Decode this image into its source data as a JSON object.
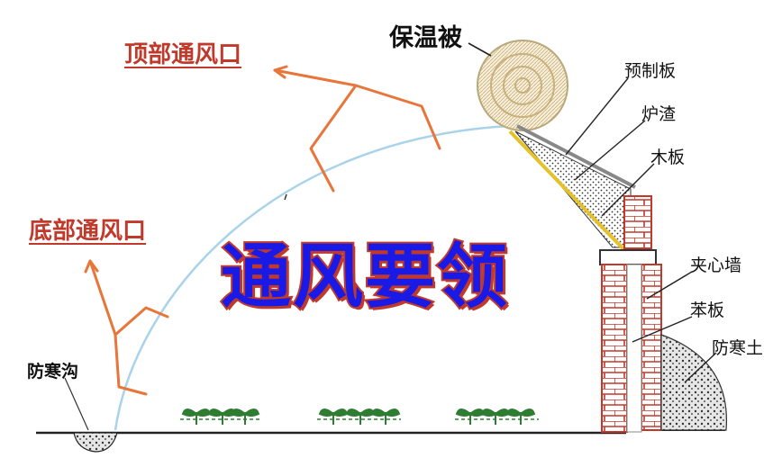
{
  "title": "通风要领",
  "labels": {
    "top_vent": "顶部通风口",
    "bottom_vent": "底部通风口",
    "insulation_blanket": "保温被",
    "precast_slab": "预制板",
    "furnace_slag": "炉渣",
    "wood_board": "木板",
    "cavity_wall": "夹心墙",
    "polystyrene_board": "苯板",
    "frost_protection_soil": "防寒土",
    "frost_ditch": "防寒沟"
  },
  "colors": {
    "vent_label": "#c0392b",
    "airflow_arrow": "#e8753a",
    "film_arc": "#a9d3ea",
    "brick": "#c0392b",
    "title_fill": "#1a1ae6",
    "title_stroke": "#c0392b",
    "plant": "#2e7d32"
  },
  "icons": [
    "airflow-arrow-icon",
    "plant-seedling-icon"
  ]
}
